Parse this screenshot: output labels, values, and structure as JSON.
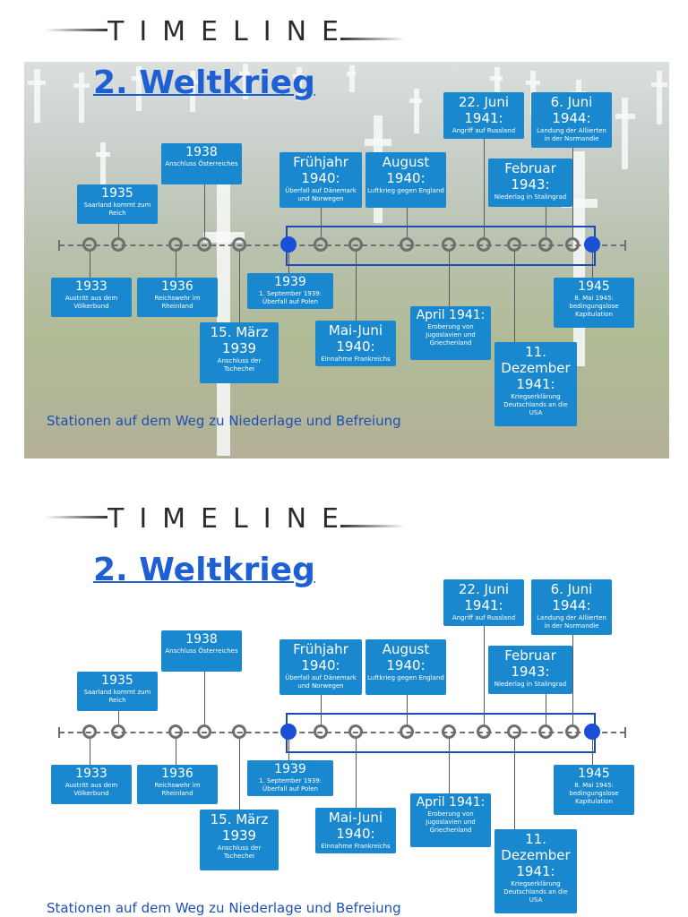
{
  "header": {
    "word": "TIMELINE"
  },
  "title": "2. Weltkrieg",
  "caption": "Stationen auf dem Weg zu Niederlage und Befreiung",
  "colors": {
    "event_box": "#1a88cf",
    "title": "#1f5fd4",
    "caption": "#1e4fb4",
    "war_frame": "#1e49b8",
    "axis": "#6f6f6f"
  },
  "events": {
    "e1933": {
      "date": "1933",
      "text": "Austritt aus dem Völkerbund"
    },
    "e1935": {
      "date": "1935",
      "text": "Saarland kommt zum Reich"
    },
    "e1936": {
      "date": "1936",
      "text": "Reichswehr im Rheinland"
    },
    "e1938": {
      "date": "1938",
      "text": "Anschluss Österreiches"
    },
    "e1939m": {
      "date": "15. März 1939",
      "text": "Anschluss der Tschechei"
    },
    "e1939s": {
      "date": "1939",
      "text": "1. September 1939: Überfall auf Polen"
    },
    "e1940f": {
      "date": "Frühjahr 1940:",
      "text": "Überfall auf Dänemark und Norwegen"
    },
    "e1940mj": {
      "date": "Mai-Juni 1940:",
      "text": "Einnahme Frankreichs"
    },
    "e1940a": {
      "date": "August 1940:",
      "text": "Luftkrieg gegen England"
    },
    "e1941a": {
      "date": "April 1941:",
      "text": "Eroberung von Jugoslavien und Griechenland"
    },
    "e1941j": {
      "date": "22. Juni 1941:",
      "text": "Angriff auf Russland"
    },
    "e1941d": {
      "date": "11. Dezember 1941:",
      "text": "Kriegserklärung Deutschlands an die USA"
    },
    "e1943": {
      "date": "Februar 1943:",
      "text": "Niederlag in Stalingrad"
    },
    "e1944": {
      "date": "6. Juni 1944:",
      "text": "Landung der Alliierten in der Normandie"
    },
    "e1945": {
      "date": "1945",
      "text": "8. Mai 1945: bedingungslose Kapitulation"
    }
  }
}
